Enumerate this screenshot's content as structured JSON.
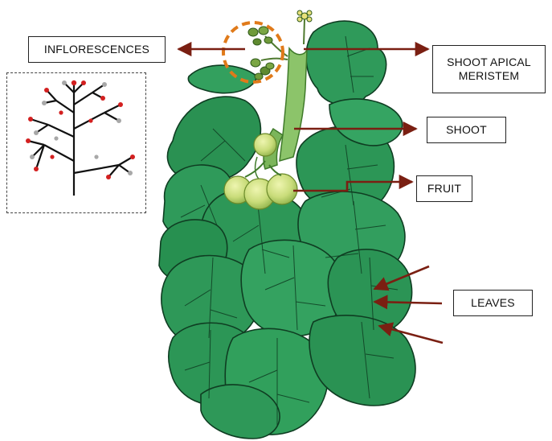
{
  "labels": {
    "inflorescences": "INFLORESCENCES",
    "shoot_apical_meristem_line1": "SHOOT APICAL",
    "shoot_apical_meristem_line2": "MERISTEM",
    "shoot": "SHOOT",
    "fruit": "FRUIT",
    "leaves": "LEAVES"
  },
  "colors": {
    "arrow": "#7a1f12",
    "highlight_circle": "#e07a1a",
    "leaf_fill": "#2e9a57",
    "leaf_dark": "#1d6b3a",
    "leaf_vein": "#0f3d22",
    "fruit_fill": "#c9dc7a",
    "stem": "#8cc46a",
    "flower": "#e8e07a",
    "inset_red": "#d32020",
    "inset_grey": "#a8a8a8"
  },
  "icons": {
    "plant": "tomato-plant-illustration",
    "inset": "inflorescence-branching-diagram"
  }
}
